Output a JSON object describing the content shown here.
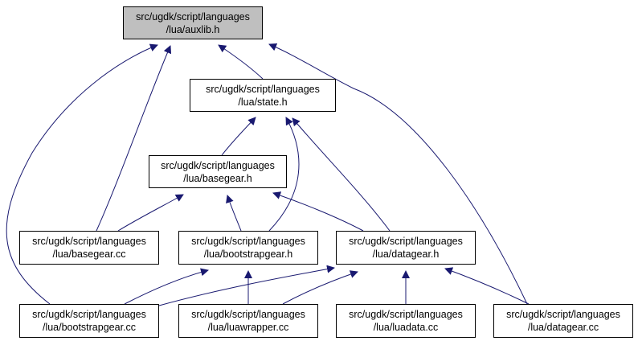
{
  "diagram": {
    "title": "Include dependency graph for auxlib.h",
    "edge_color": "#191970",
    "nodes": {
      "auxlib_h": {
        "line1": "src/ugdk/script/languages",
        "line2": "/lua/auxlib.h"
      },
      "state_h": {
        "line1": "src/ugdk/script/languages",
        "line2": "/lua/state.h"
      },
      "basegear_h": {
        "line1": "src/ugdk/script/languages",
        "line2": "/lua/basegear.h"
      },
      "basegear_cc": {
        "line1": "src/ugdk/script/languages",
        "line2": "/lua/basegear.cc"
      },
      "bootstrapgear_h": {
        "line1": "src/ugdk/script/languages",
        "line2": "/lua/bootstrapgear.h"
      },
      "datagear_h": {
        "line1": "src/ugdk/script/languages",
        "line2": "/lua/datagear.h"
      },
      "bootstrapgear_cc": {
        "line1": "src/ugdk/script/languages",
        "line2": "/lua/bootstrapgear.cc"
      },
      "luawrapper_cc": {
        "line1": "src/ugdk/script/languages",
        "line2": "/lua/luawrapper.cc"
      },
      "luadata_cc": {
        "line1": "src/ugdk/script/languages",
        "line2": "/lua/luadata.cc"
      },
      "datagear_cc": {
        "line1": "src/ugdk/script/languages",
        "line2": "/lua/datagear.cc"
      }
    },
    "edges": [
      {
        "from": "state_h",
        "to": "auxlib_h"
      },
      {
        "from": "basegear_cc",
        "to": "auxlib_h"
      },
      {
        "from": "bootstrapgear_cc",
        "to": "auxlib_h"
      },
      {
        "from": "datagear_cc",
        "to": "auxlib_h"
      },
      {
        "from": "basegear_h",
        "to": "state_h"
      },
      {
        "from": "bootstrapgear_h",
        "to": "state_h"
      },
      {
        "from": "datagear_h",
        "to": "state_h"
      },
      {
        "from": "basegear_cc",
        "to": "basegear_h"
      },
      {
        "from": "bootstrapgear_h",
        "to": "basegear_h"
      },
      {
        "from": "datagear_h",
        "to": "basegear_h"
      },
      {
        "from": "bootstrapgear_cc",
        "to": "bootstrapgear_h"
      },
      {
        "from": "luawrapper_cc",
        "to": "bootstrapgear_h"
      },
      {
        "from": "bootstrapgear_cc",
        "to": "datagear_h"
      },
      {
        "from": "luawrapper_cc",
        "to": "datagear_h"
      },
      {
        "from": "luadata_cc",
        "to": "datagear_h"
      },
      {
        "from": "datagear_cc",
        "to": "datagear_h"
      }
    ]
  }
}
